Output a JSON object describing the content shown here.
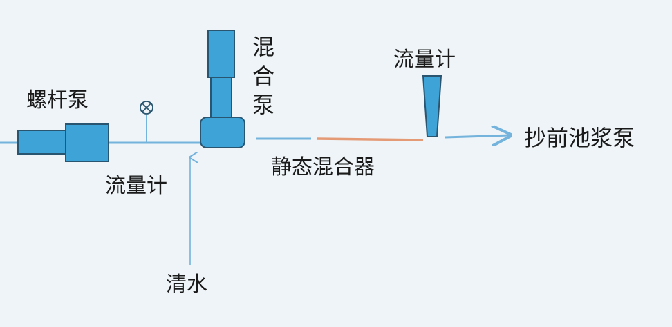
{
  "labels": {
    "screw_pump": "螺杆泵",
    "flowmeter_left": "流量计",
    "mixing_pump_chars": [
      "混",
      "合",
      "泵"
    ],
    "flowmeter_right": "流量计",
    "destination": "抄前池浆泵",
    "static_mixer": "静态混合器",
    "clean_water": "清水"
  },
  "colors": {
    "background": "#eef4f7",
    "equipment_fill": "#3ea3d6",
    "equipment_stroke": "#2a5570",
    "pipe": "#74b3dc",
    "static_mixer_pipe": "#e59a76",
    "text": "#1a1a1a"
  },
  "icons": {
    "valve": "circle-cross-icon",
    "arrow": "arrow-right-icon"
  }
}
